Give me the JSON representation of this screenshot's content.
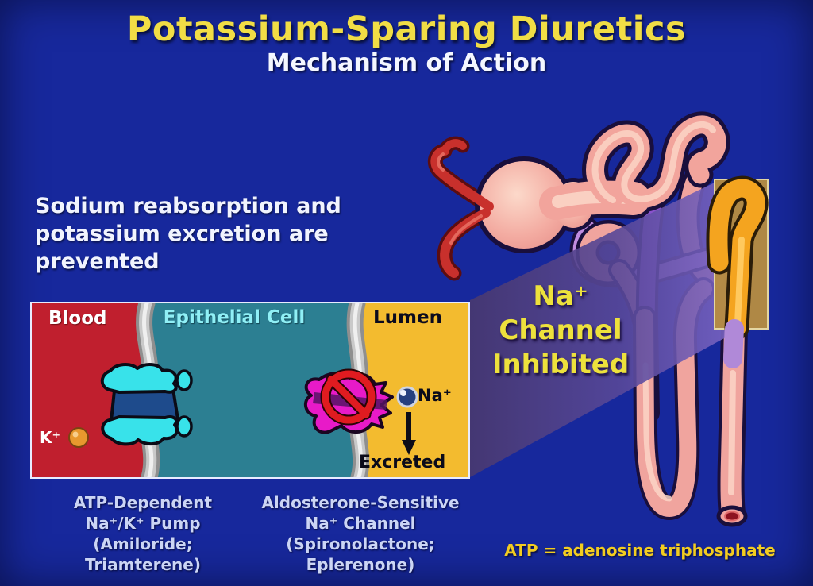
{
  "slide": {
    "title": "Potassium-Sparing Diuretics",
    "subtitle": "Mechanism of Action",
    "description_lines": [
      "Sodium reabsorption and",
      "potassium excretion are",
      "prevented"
    ],
    "footnote": "ATP = adenosine triphosphate"
  },
  "annotation": {
    "lines": [
      "Na⁺",
      "Channel",
      "Inhibited"
    ]
  },
  "cell_diagram": {
    "region_labels": {
      "blood": "Blood",
      "epithelial": "Epithelial Cell",
      "lumen": "Lumen"
    },
    "ion_labels": {
      "potassium": "K⁺",
      "sodium": "Na⁺"
    },
    "excreted_label": "Excreted"
  },
  "captions": {
    "pump_lines": [
      "ATP-Dependent",
      "Na⁺/K⁺ Pump",
      "(Amiloride;",
      "Triamterene)"
    ],
    "channel_lines": [
      "Aldosterone-Sensitive",
      "Na⁺ Channel",
      "(Spironolactone;",
      "Eplerenone)"
    ]
  },
  "icons": {
    "na-k-pump-icon": "cyan membrane pump shape",
    "na-channel-icon": "magenta channel protein",
    "prohibition-icon": "red circle with slash",
    "sodium-ion": "dark blue sphere",
    "potassium-ion": "orange sphere",
    "excretion-arrow-icon": "↓"
  },
  "colors": {
    "background": "#17289C",
    "title_yellow": "#F1DD45",
    "annotation_yellow": "#EDE13C",
    "footnote_yellow": "#F2CC20",
    "caption_blue": "#CBD5F5",
    "blood_red": "#C01F2E",
    "epithelial_teal": "#2C7F92",
    "lumen_yellow": "#F3BB2F",
    "membrane_gray": "#C9C9C9",
    "pump_cyan": "#38E2EA",
    "channel_magenta": "#E81AC8",
    "prohibition_red": "#E01B20",
    "nephron_pink": "#F0A49E",
    "tubule_purple": "#8A52CC",
    "collecting_duct_gold": "#F4A41F",
    "highlight_tan": "#B68C42",
    "beam_purple": "#584899"
  }
}
